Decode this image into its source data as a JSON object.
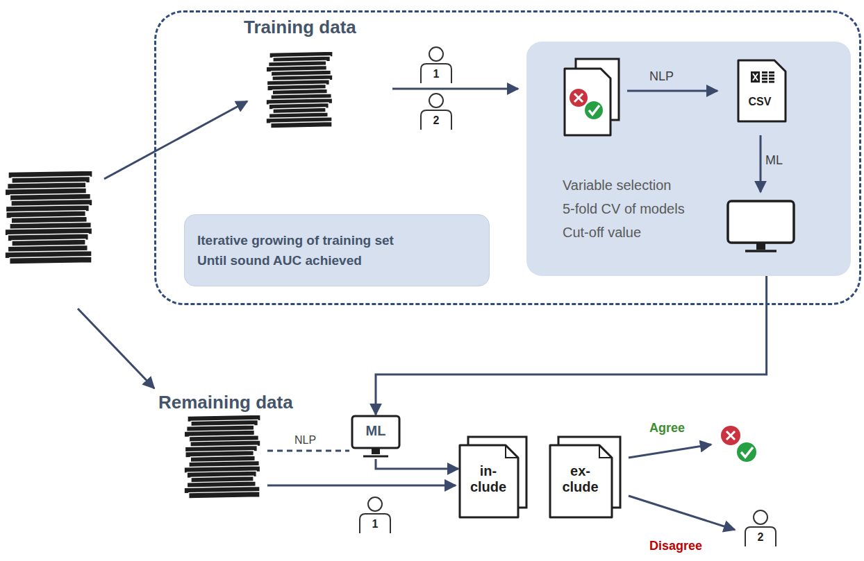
{
  "diagram": {
    "nodes": [
      {
        "text": [
          "Training data"
        ]
      },
      {
        "text": [
          "Iterative growing of training set",
          "Until sound AUC achieved"
        ],
        "in": 0
      },
      {
        "text": [
          "Variable selection",
          "5-fold CV of models",
          "Cut-off value"
        ],
        "in": 0
      },
      {
        "text": [
          "ML"
        ]
      },
      {
        "text": [
          "in- clude"
        ]
      },
      {
        "text": [
          "ex- clude"
        ]
      }
    ],
    "edges": [
      {
        "from": 2,
        "to": 3,
        "arrow": "to"
      },
      {
        "from": 3,
        "to": 4,
        "arrow": "to"
      }
    ],
    "labels": [
      "NLP",
      "CSV",
      "ML",
      "1",
      "2",
      "Remaining data",
      "NLP",
      "1",
      "Agree",
      "Disagree",
      "2"
    ]
  }
}
